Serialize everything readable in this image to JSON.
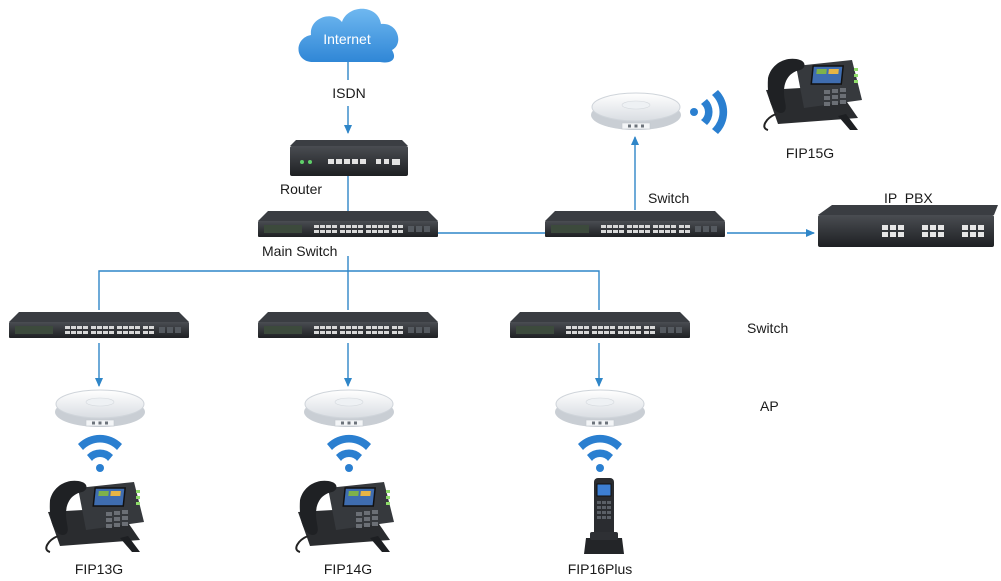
{
  "cloud": {
    "label": "Internet"
  },
  "links": {
    "isdn": "ISDN"
  },
  "devices": {
    "router": "Router",
    "main_switch": "Main Switch",
    "upper_switch": "Switch",
    "ip_pbx": "IP  PBX",
    "top_phone": "FIP15G"
  },
  "legend": {
    "switch_row": "Switch",
    "ap_row": "AP"
  },
  "endpoints": [
    {
      "label": "FIP13G"
    },
    {
      "label": "FIP14G"
    },
    {
      "label": "FIP16Plus"
    }
  ],
  "colors": {
    "line": "#2f86c8",
    "cloud": "#3d9be0",
    "wifi": "#2a7fd0",
    "device": "#2b2d30"
  }
}
